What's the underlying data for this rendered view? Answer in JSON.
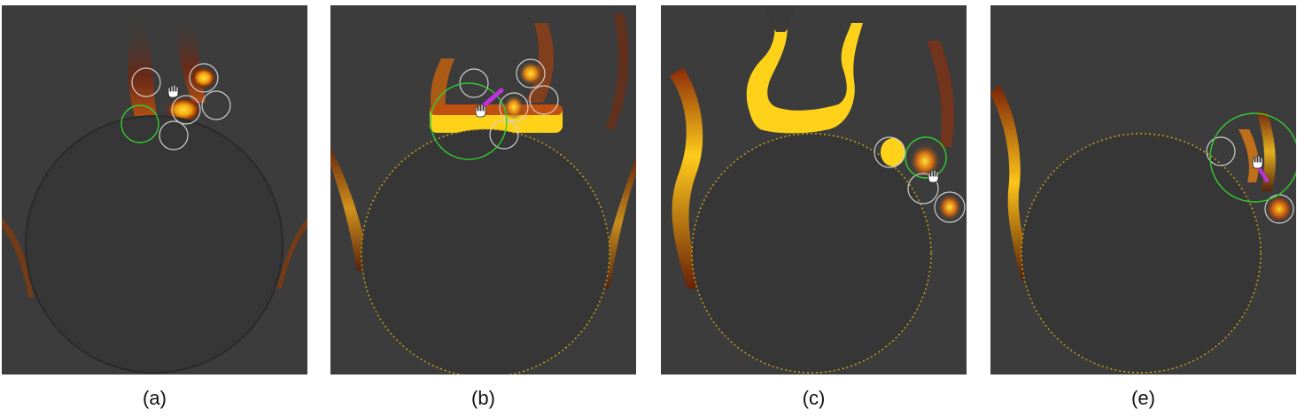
{
  "panels": [
    {
      "caption": "(a)"
    },
    {
      "caption": "(b)"
    },
    {
      "caption": "(c)"
    },
    {
      "caption": "(e)"
    }
  ],
  "colors": {
    "background": "#3c3c3c",
    "fire_core": "#ffd21a",
    "fire_mid": "#e07a10",
    "fire_dark": "#5a1a08",
    "selected_circle": "#33cc33",
    "tool_circle": "#cfcfcf",
    "drag_vector": "#c030e0"
  },
  "icons": [
    "hand-cursor-icon"
  ]
}
